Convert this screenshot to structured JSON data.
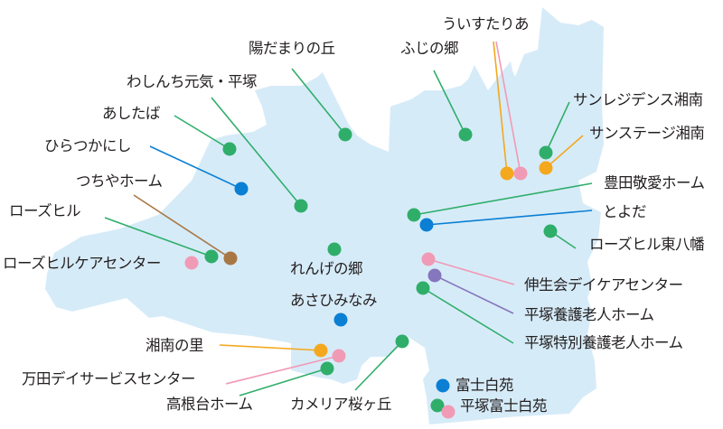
{
  "map": {
    "region_fill": "#d6ebf8",
    "colors": {
      "green": "#2fae6a",
      "blue": "#0a7fd4",
      "orange": "#f4a81d",
      "pink": "#f19ab5",
      "brown": "#a97744",
      "purple": "#8576bd"
    },
    "facilities": [
      {
        "name": "陽だまりの丘",
        "color": "green",
        "dot": [
          382,
          149
        ],
        "label": [
          275,
          46
        ],
        "line_from": [
          323,
          76
        ]
      },
      {
        "name": "ふじの郷",
        "color": "green",
        "dot": [
          515,
          149
        ],
        "label": [
          443,
          46
        ],
        "line_from": [
          480,
          78
        ]
      },
      {
        "name": "ういすたりあ",
        "color": "orange",
        "dot": [
          561,
          192
        ],
        "label": [
          490,
          18
        ],
        "line_from": [
          546,
          46
        ]
      },
      {
        "name": "ういすたりあ",
        "color": "pink",
        "dot": [
          576,
          192
        ],
        "label": null,
        "line_from": [
          549,
          46
        ]
      },
      {
        "name": "わしんち元気・平塚",
        "color": "green",
        "dot": [
          333,
          228
        ],
        "label": [
          140,
          80
        ],
        "line_from": [
          234,
          108
        ]
      },
      {
        "name": "あしたば",
        "color": "green",
        "dot": [
          254,
          165
        ],
        "label": [
          113,
          116
        ],
        "line_from": [
          193,
          128
        ]
      },
      {
        "name": "ひらつかにし",
        "color": "blue",
        "dot": [
          267,
          209
        ],
        "label": [
          49,
          152
        ],
        "line_from": [
          166,
          162
        ]
      },
      {
        "name": "つちやホーム",
        "color": "brown",
        "dot": [
          255,
          286
        ],
        "label": [
          84,
          193
        ],
        "line_from": [
          148,
          216
        ]
      },
      {
        "name": "ローズヒル",
        "color": "green",
        "dot": [
          234,
          284
        ],
        "label": [
          10,
          227
        ],
        "line_from": [
          116,
          241
        ]
      },
      {
        "name": "ローズヒルケアセンター",
        "color": "pink",
        "dot": [
          212,
          291
        ],
        "label": [
          4,
          284
        ],
        "line_from": null
      },
      {
        "name": "れんげの郷",
        "color": "green",
        "dot": [
          370,
          276
        ],
        "label": [
          320,
          290
        ],
        "line_from": null
      },
      {
        "name": "あさひみなみ",
        "color": "blue",
        "dot": [
          377,
          354
        ],
        "label": [
          320,
          325
        ],
        "line_from": null
      },
      {
        "name": "サンレジデンス湘南",
        "color": "green",
        "dot": [
          604,
          169
        ],
        "label": [
          634,
          104
        ],
        "line_from": [
          630,
          113
        ]
      },
      {
        "name": "サンステージ湘南",
        "color": "orange",
        "dot": [
          604,
          186
        ],
        "label": [
          650,
          140
        ],
        "line_from": [
          645,
          150
        ]
      },
      {
        "name": "豊田敬愛ホーム",
        "color": "green",
        "dot": [
          458,
          238
        ],
        "label": [
          668,
          196
        ],
        "line_from": [
          655,
          203
        ]
      },
      {
        "name": "とよだ",
        "color": "blue",
        "dot": [
          472,
          249
        ],
        "label": [
          666,
          228
        ],
        "line_from": [
          655,
          233
        ]
      },
      {
        "name": "ローズヒル東八幡",
        "color": "green",
        "dot": [
          609,
          256
        ],
        "label": [
          653,
          264
        ],
        "line_from": [
          637,
          275
        ]
      },
      {
        "name": "伸生会デイケアセンター",
        "color": "pink",
        "dot": [
          474,
          287
        ],
        "label": [
          580,
          309
        ],
        "line_from": [
          569,
          315
        ]
      },
      {
        "name": "平塚養護老人ホーム",
        "color": "purple",
        "dot": [
          481,
          305
        ],
        "label": [
          580,
          341
        ],
        "line_from": [
          568,
          347
        ]
      },
      {
        "name": "平塚特別養護老人ホーム",
        "color": "green",
        "dot": [
          468,
          319
        ],
        "label": [
          580,
          372
        ],
        "line_from": [
          568,
          380
        ]
      },
      {
        "name": "湘南の里",
        "color": "orange",
        "dot": [
          355,
          388
        ],
        "label": [
          161,
          376
        ],
        "line_from": [
          243,
          382
        ]
      },
      {
        "name": "万田デイサービスセンター",
        "color": "pink",
        "dot": [
          375,
          394
        ],
        "label": [
          25,
          412
        ],
        "line_from": [
          250,
          425
        ]
      },
      {
        "name": "高根台ホーム",
        "color": "green",
        "dot": [
          362,
          408
        ],
        "label": [
          184,
          440
        ],
        "line_from": [
          265,
          438
        ]
      },
      {
        "name": "カメリア桜ヶ丘",
        "color": "green",
        "dot": [
          445,
          378
        ],
        "label": [
          322,
          440
        ],
        "line_from": [
          393,
          432
        ]
      },
      {
        "name": "富士白苑",
        "color": "blue",
        "dot": [
          490,
          427
        ],
        "label": [
          505,
          420
        ],
        "line_from": null
      },
      {
        "name": "平塚富士白苑",
        "color": "green",
        "dot": [
          484,
          449
        ],
        "label": [
          509,
          443
        ],
        "line_from": null
      },
      {
        "name": "平塚富士白苑",
        "color": "pink",
        "dot": [
          496,
          456
        ],
        "label": null,
        "line_from": null
      }
    ]
  },
  "labels": {
    "hidamari": "陽だまりの丘",
    "fujinosato": "ふじの郷",
    "uisutaria": "ういすたりあ",
    "washinchi": "わしんち元気・平塚",
    "ashitaba": "あしたば",
    "hiratsukanishi": "ひらつかにし",
    "tsuchiya": "つちやホーム",
    "rosehill": "ローズヒル",
    "rosehill_care": "ローズヒルケアセンター",
    "rengenosato": "れんげの郷",
    "asahiminami": "あさひみなみ",
    "sunresidence": "サンレジデンス湘南",
    "sunstage": "サンステージ湘南",
    "toyoda_keiai": "豊田敬愛ホーム",
    "toyoda": "とよだ",
    "rosehill_higashi": "ローズヒル東八幡",
    "shinseikai": "伸生会デイケアセンター",
    "hiratsuka_yougo": "平塚養護老人ホーム",
    "hiratsuka_tokubetsu": "平塚特別養護老人ホーム",
    "shonan_no_sato": "湘南の里",
    "manda": "万田デイサービスセンター",
    "takanedai": "高根台ホーム",
    "camellia": "カメリア桜ヶ丘",
    "fujihakuen": "富士白苑",
    "hiratsuka_fujihakuen": "平塚富士白苑"
  }
}
